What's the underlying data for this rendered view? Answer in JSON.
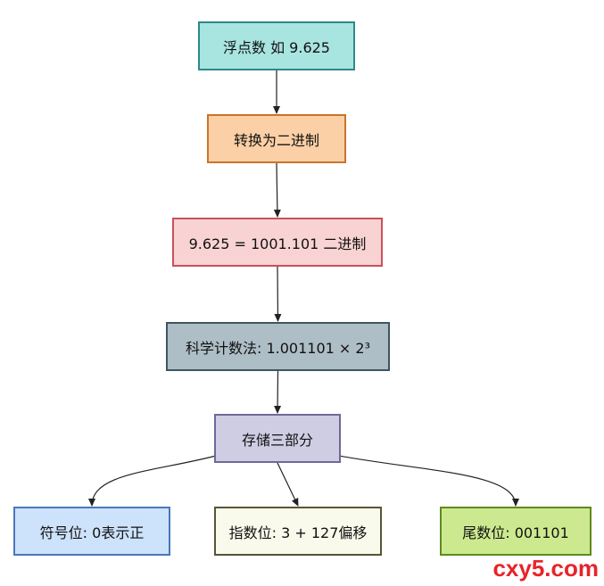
{
  "diagram": {
    "nodes": [
      {
        "id": "float-input",
        "label": "浮点数 如 9.625",
        "fill": "#a8e4e0",
        "border": "#2b8a8a"
      },
      {
        "id": "convert-binary",
        "label": "转换为二进制",
        "fill": "#fbd0a6",
        "border": "#c9752b"
      },
      {
        "id": "binary-value",
        "label": "9.625 = 1001.101 二进制",
        "fill": "#f9d3d3",
        "border": "#c9505a"
      },
      {
        "id": "scientific-notation",
        "label": "科学计数法: 1.001101 × 2³",
        "fill": "#aebec6",
        "border": "#3e5560"
      },
      {
        "id": "store-three-parts",
        "label": "存储三部分",
        "fill": "#cfcde4",
        "border": "#6e6a98"
      },
      {
        "id": "sign-bit",
        "label": "符号位: 0表示正",
        "fill": "#cde2fb",
        "border": "#4a78b8"
      },
      {
        "id": "exponent-bits",
        "label": "指数位: 3 + 127偏移",
        "fill": "#f9f9ec",
        "border": "#565636"
      },
      {
        "id": "mantissa-bits",
        "label": "尾数位: 001101",
        "fill": "#cde98f",
        "border": "#5e8a1e"
      }
    ],
    "edges": [
      {
        "from": "float-input",
        "to": "convert-binary"
      },
      {
        "from": "convert-binary",
        "to": "binary-value"
      },
      {
        "from": "binary-value",
        "to": "scientific-notation"
      },
      {
        "from": "scientific-notation",
        "to": "store-three-parts"
      },
      {
        "from": "store-three-parts",
        "to": "sign-bit"
      },
      {
        "from": "store-three-parts",
        "to": "exponent-bits"
      },
      {
        "from": "store-three-parts",
        "to": "mantissa-bits"
      }
    ],
    "edge_color": "#222222"
  },
  "watermark": {
    "text": "cxy5.com",
    "color": "#e8232a"
  }
}
